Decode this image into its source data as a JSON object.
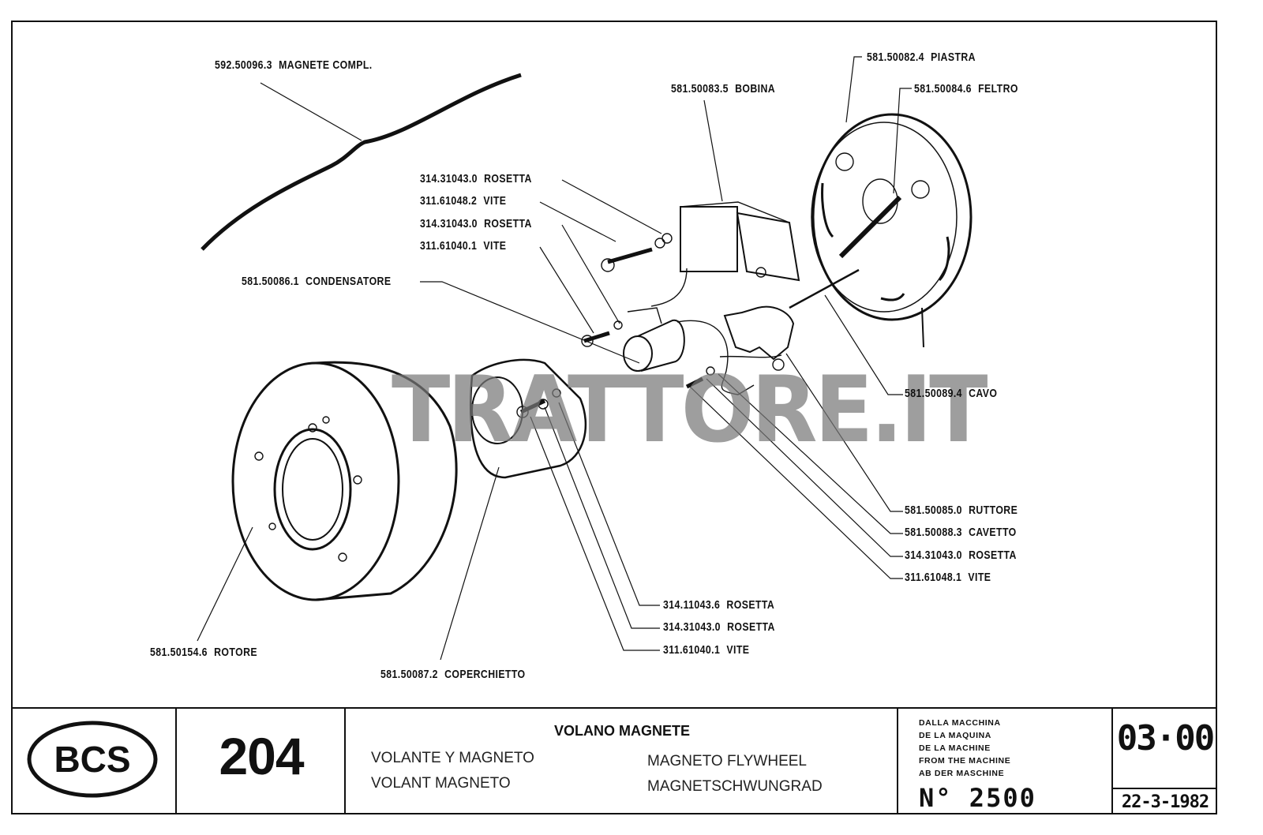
{
  "parts": {
    "magnete_compl": {
      "code": "592.50096.3",
      "name": "MAGNETE COMPL."
    },
    "piastra": {
      "code": "581.50082.4",
      "name": "PIASTRA"
    },
    "bobina": {
      "code": "581.50083.5",
      "name": "BOBINA"
    },
    "feltro": {
      "code": "581.50084.6",
      "name": "FELTRO"
    },
    "rosetta_1": {
      "code": "314.31043.0",
      "name": "ROSETTA"
    },
    "vite_1": {
      "code": "311.61048.2",
      "name": "VITE"
    },
    "rosetta_2": {
      "code": "314.31043.0",
      "name": "ROSETTA"
    },
    "vite_2": {
      "code": "311.61040.1",
      "name": "VITE"
    },
    "condensatore": {
      "code": "581.50086.1",
      "name": "CONDENSATORE"
    },
    "cavo": {
      "code": "581.50089.4",
      "name": "CAVO"
    },
    "ruttore": {
      "code": "581.50085.0",
      "name": "RUTTORE"
    },
    "cavetto": {
      "code": "581.50088.3",
      "name": "CAVETTO"
    },
    "rosetta_3": {
      "code": "314.31043.0",
      "name": "ROSETTA"
    },
    "vite_3": {
      "code": "311.61048.1",
      "name": "VITE"
    },
    "rosetta_4": {
      "code": "314.11043.6",
      "name": "ROSETTA"
    },
    "rosetta_5": {
      "code": "314.31043.0",
      "name": "ROSETTA"
    },
    "vite_4": {
      "code": "311.61040.1",
      "name": "VITE"
    },
    "rotore": {
      "code": "581.50154.6",
      "name": "ROTORE"
    },
    "coperchietto": {
      "code": "581.50087.2",
      "name": "COPERCHIETTO"
    }
  },
  "watermark": "TRATTORE.IT",
  "title_block": {
    "logo": "BCS",
    "drawing_number": "204",
    "title_it": "VOLANO MAGNETE",
    "title_es": "VOLANTE Y MAGNETO",
    "title_fr": "VOLANT MAGNETO",
    "title_en": "MAGNETO FLYWHEEL",
    "title_de": "MAGNETSCHWUNGRAD",
    "machine_from": [
      "DALLA MACCHINA",
      "DE LA MAQUINA",
      "DE LA MACHINE",
      "FROM THE MACHINE",
      "AB DER MASCHINE"
    ],
    "machine_number": "N° 2500",
    "revision": "03·00",
    "date": "22-3-1982"
  }
}
